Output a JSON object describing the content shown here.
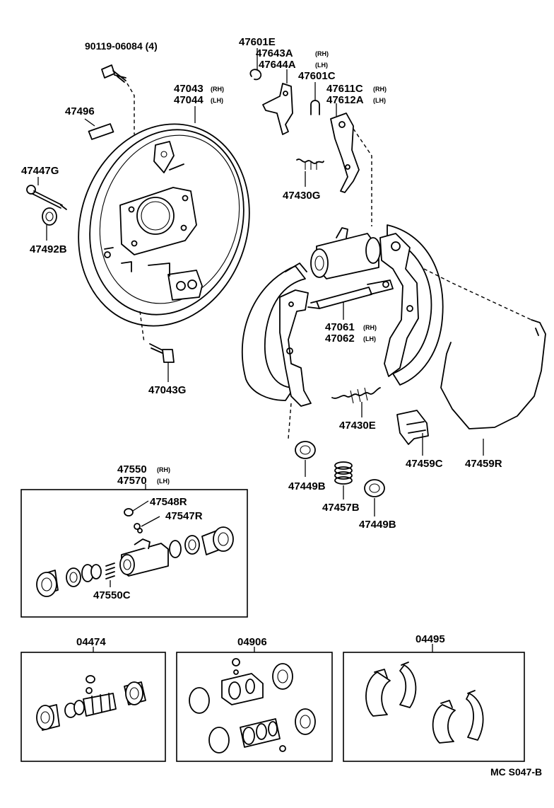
{
  "labels": {
    "bolt_backing_plate": "90119-06084 (4)",
    "clip_e": "47601E",
    "lever_rh": "47643A",
    "lever_rh_side": "(RH)",
    "lever_lh": "47644A",
    "lever_lh_side": "(LH)",
    "clip_c": "47601C",
    "backing_plate_rh": "47043",
    "backing_plate_rh_side": "(RH)",
    "backing_plate_lh": "47044",
    "backing_plate_lh_side": "(LH)",
    "plug": "47496",
    "lever_adjuster_rh": "47611C",
    "lever_adjuster_rh_side": "(RH)",
    "lever_adjuster_lh": "47612A",
    "lever_adjuster_lh_side": "(LH)",
    "pin": "47447G",
    "cup": "47492B",
    "spring_430g": "47430G",
    "adjuster_rh": "47061",
    "adjuster_rh_side": "(RH)",
    "adjuster_lh": "47062",
    "adjuster_lh_side": "(LH)",
    "bleeder_bolt": "47043G",
    "spring_430e": "47430E",
    "clip_459c": "47459C",
    "parking_cable": "47459R",
    "cup_449b_left": "47449B",
    "spring_457b": "47457B",
    "cup_449b_right": "47449B",
    "wheel_cylinder_rh": "47550",
    "wheel_cylinder_rh_side": "(RH)",
    "wheel_cylinder_lh": "47570",
    "wheel_cylinder_lh_side": "(LH)",
    "bleeder_plug": "47548R",
    "bleeder_screw": "47547R",
    "cylinder_spring": "47550C",
    "kit_04474": "04474",
    "kit_04906": "04906",
    "kit_04495": "04495",
    "figure_code": "MC S047-B"
  }
}
